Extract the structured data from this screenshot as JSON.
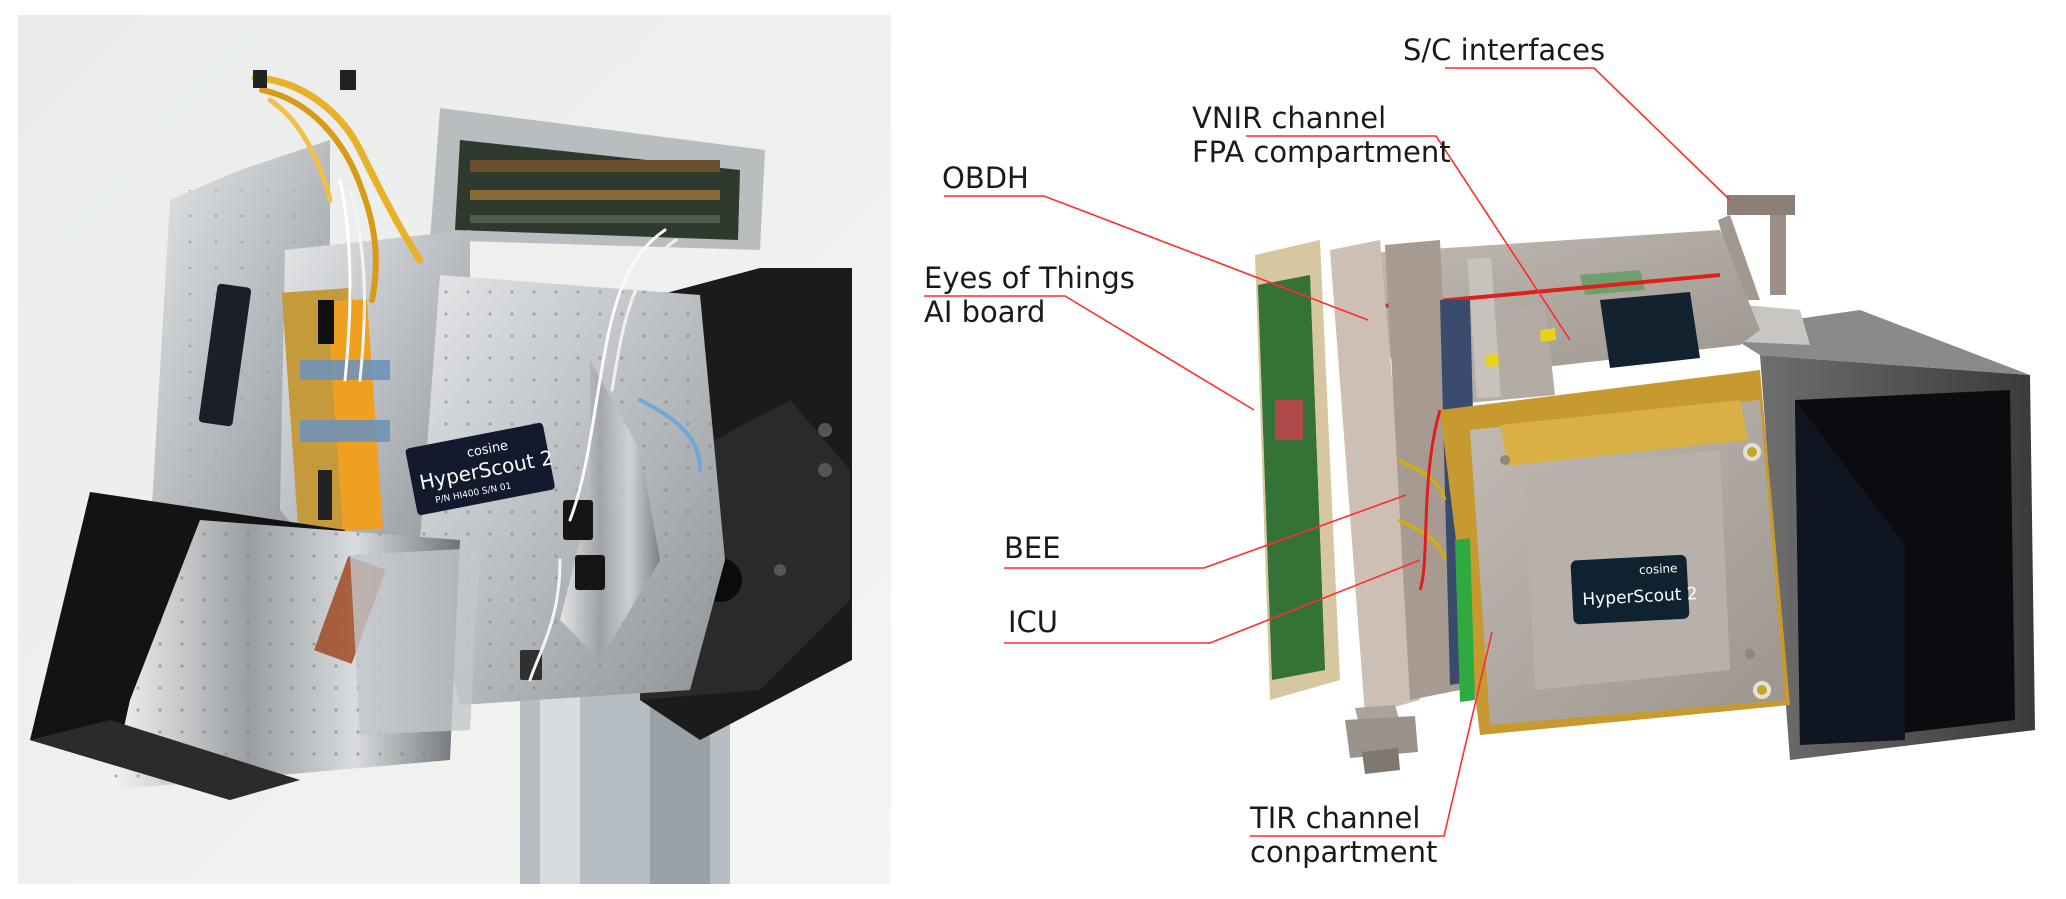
{
  "photo": {
    "brand": "cosine",
    "product": "HyperScout 2",
    "part_number": "P/N HI400 S/N 01"
  },
  "render": {
    "brand": "cosine",
    "product": "HyperScout 2"
  },
  "callouts": {
    "sc_interfaces": "S/C interfaces",
    "vnir_line1": "VNIR channel",
    "vnir_line2": "FPA compartment",
    "obdh": "OBDH",
    "eot_line1": "Eyes of Things",
    "eot_line2": "AI board",
    "bee": "BEE",
    "icu": "ICU",
    "tir_line1": "TIR channel",
    "tir_line2": "conpartment"
  },
  "colors": {
    "leader": "#ff2d2d",
    "harness": "#e7b12a",
    "flex": "#f0a020",
    "housing": "#a9a29b",
    "pcb": "#2f6a2f"
  }
}
